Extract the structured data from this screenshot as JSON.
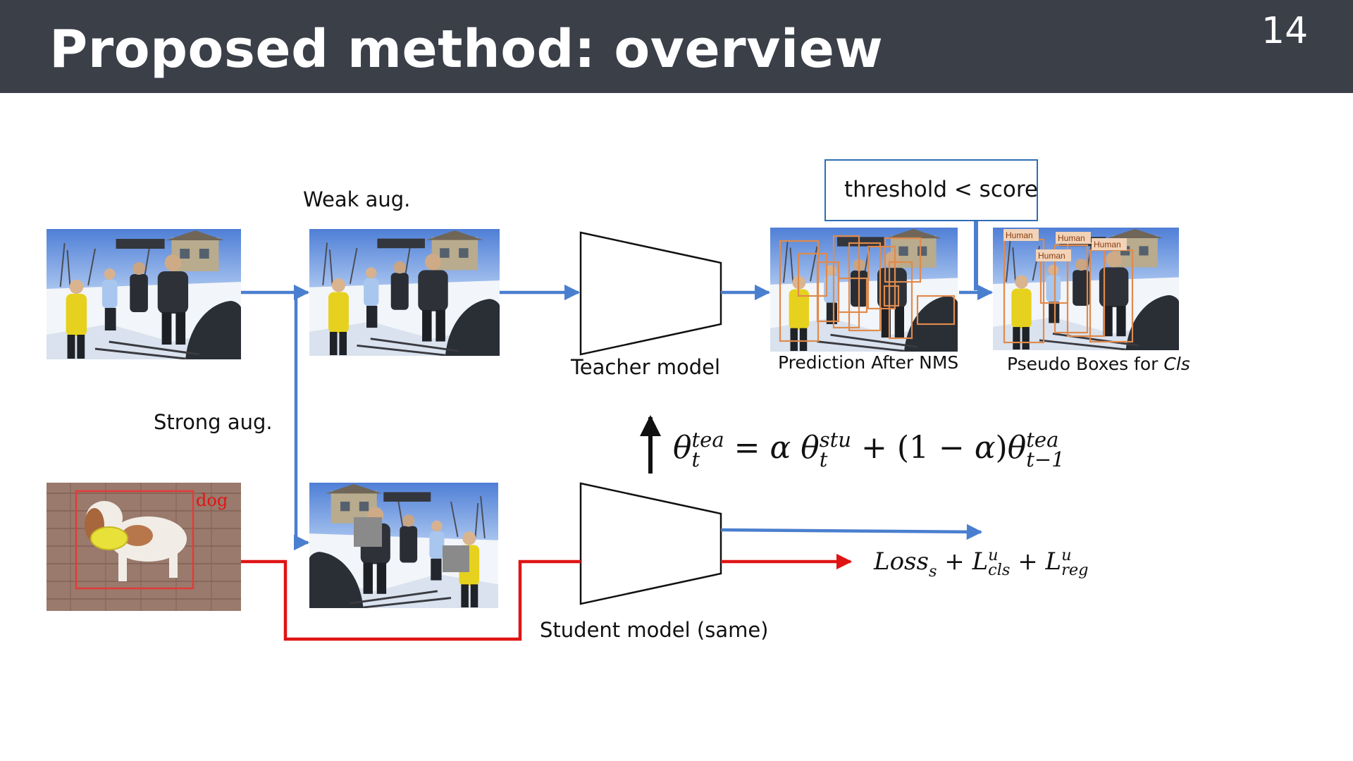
{
  "slide": {
    "title": "Proposed method: overview",
    "page_number": "14"
  },
  "labels": {
    "weak_aug": "Weak aug.",
    "strong_aug": "Strong aug.",
    "teacher_model": "Teacher model",
    "student_model": "Student model (same)",
    "prediction_after_nms": "Prediction After NMS",
    "pseudo_boxes_prefix": "Pseudo Boxes for ",
    "pseudo_boxes_cls": "Cls",
    "threshold": "threshold < score",
    "dog": "dog",
    "human": "Human"
  },
  "ema_formula": {
    "theta": "θ",
    "tea": "tea",
    "stu": "stu",
    "t": "t",
    "t_minus_1": "t−1",
    "eq": " = ",
    "alpha": "α",
    "plus": " + ",
    "paren_open": "(1 − ",
    "paren_close": ")"
  },
  "loss_formula": {
    "loss": "Loss",
    "s": "s",
    "plus": " + ",
    "L": "L",
    "u": "u",
    "cls": "cls",
    "reg": "reg"
  },
  "colors": {
    "header_bg": "#3a3f48",
    "blue_arrow": "#4a7fcf",
    "red_arrow": "#e01414",
    "box_orange": "#e08a4c",
    "threshold_border": "#2f6db5"
  }
}
